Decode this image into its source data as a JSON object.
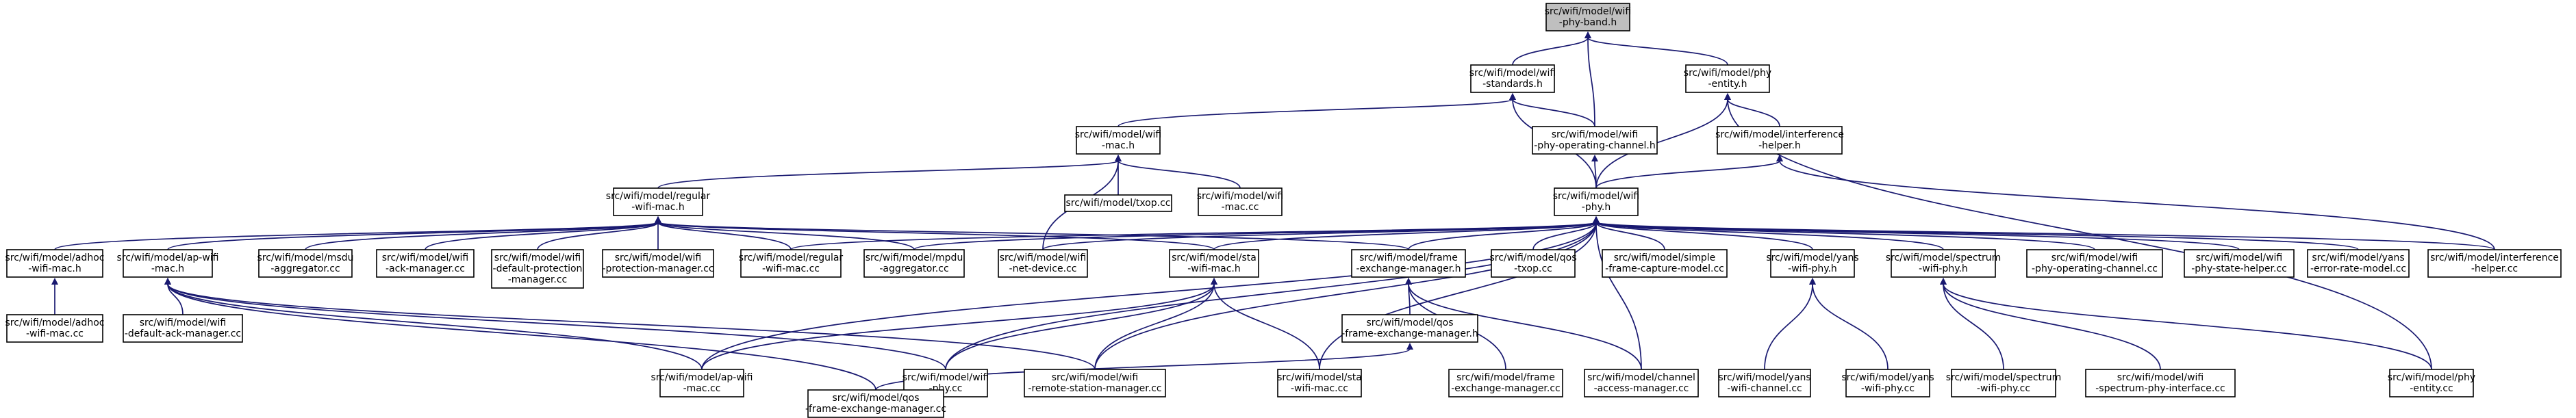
{
  "graph": {
    "nodes": [
      {
        "id": "band",
        "lines": [
          "src/wifi/model/wifi",
          "-phy-band.h"
        ],
        "root": true
      },
      {
        "id": "standards",
        "lines": [
          "src/wifi/model/wifi",
          "-standards.h"
        ]
      },
      {
        "id": "phyentity",
        "lines": [
          "src/wifi/model/phy",
          "-entity.h"
        ]
      },
      {
        "id": "mach",
        "lines": [
          "src/wifi/model/wifi",
          "-mac.h"
        ]
      },
      {
        "id": "opchanh",
        "lines": [
          "src/wifi/model/wifi",
          "-phy-operating-channel.h"
        ]
      },
      {
        "id": "interfh",
        "lines": [
          "src/wifi/model/interference",
          "-helper.h"
        ]
      },
      {
        "id": "regmach",
        "lines": [
          "src/wifi/model/regular",
          "-wifi-mac.h"
        ]
      },
      {
        "id": "txopcc",
        "lines": [
          "src/wifi/model/txop.cc"
        ]
      },
      {
        "id": "maccc",
        "lines": [
          "src/wifi/model/wifi",
          "-mac.cc"
        ]
      },
      {
        "id": "phyh",
        "lines": [
          "src/wifi/model/wifi",
          "-phy.h"
        ]
      },
      {
        "id": "adhoch",
        "lines": [
          "src/wifi/model/adhoc",
          "-wifi-mac.h"
        ]
      },
      {
        "id": "apmach",
        "lines": [
          "src/wifi/model/ap-wifi",
          "-mac.h"
        ]
      },
      {
        "id": "msdu",
        "lines": [
          "src/wifi/model/msdu",
          "-aggregator.cc"
        ]
      },
      {
        "id": "ackmgr",
        "lines": [
          "src/wifi/model/wifi",
          "-ack-manager.cc"
        ]
      },
      {
        "id": "defprot",
        "lines": [
          "src/wifi/model/wifi",
          "-default-protection",
          "-manager.cc"
        ]
      },
      {
        "id": "protmgr",
        "lines": [
          "src/wifi/model/wifi",
          "-protection-manager.cc"
        ]
      },
      {
        "id": "regmaccc",
        "lines": [
          "src/wifi/model/regular",
          "-wifi-mac.cc"
        ]
      },
      {
        "id": "mpdu",
        "lines": [
          "src/wifi/model/mpdu",
          "-aggregator.cc"
        ]
      },
      {
        "id": "netdev",
        "lines": [
          "src/wifi/model/wifi",
          "-net-device.cc"
        ]
      },
      {
        "id": "stamach",
        "lines": [
          "src/wifi/model/sta",
          "-wifi-mac.h"
        ]
      },
      {
        "id": "femh",
        "lines": [
          "src/wifi/model/frame",
          "-exchange-manager.h"
        ]
      },
      {
        "id": "qostxop",
        "lines": [
          "src/wifi/model/qos",
          "-txop.cc"
        ]
      },
      {
        "id": "capture",
        "lines": [
          "src/wifi/model/simple",
          "-frame-capture-model.cc"
        ]
      },
      {
        "id": "yansphyh",
        "lines": [
          "src/wifi/model/yans",
          "-wifi-phy.h"
        ]
      },
      {
        "id": "specphyh",
        "lines": [
          "src/wifi/model/spectrum",
          "-wifi-phy.h"
        ]
      },
      {
        "id": "opchancc",
        "lines": [
          "src/wifi/model/wifi",
          "-phy-operating-channel.cc"
        ]
      },
      {
        "id": "statehelp",
        "lines": [
          "src/wifi/model/wifi",
          "-phy-state-helper.cc"
        ]
      },
      {
        "id": "yanserr",
        "lines": [
          "src/wifi/model/yans",
          "-error-rate-model.cc"
        ]
      },
      {
        "id": "interfcc",
        "lines": [
          "src/wifi/model/interference",
          "-helper.cc"
        ]
      },
      {
        "id": "adhoccc",
        "lines": [
          "src/wifi/model/adhoc",
          "-wifi-mac.cc"
        ]
      },
      {
        "id": "defack",
        "lines": [
          "src/wifi/model/wifi",
          "-default-ack-manager.cc"
        ]
      },
      {
        "id": "apmaccc",
        "lines": [
          "src/wifi/model/ap-wifi",
          "-mac.cc"
        ]
      },
      {
        "id": "phycc",
        "lines": [
          "src/wifi/model/wifi",
          "-phy.cc"
        ]
      },
      {
        "id": "remsta",
        "lines": [
          "src/wifi/model/wifi",
          "-remote-station-manager.cc"
        ]
      },
      {
        "id": "stamaccc",
        "lines": [
          "src/wifi/model/sta",
          "-wifi-mac.cc"
        ]
      },
      {
        "id": "qosfemh",
        "lines": [
          "src/wifi/model/qos",
          "-frame-exchange-manager.h"
        ]
      },
      {
        "id": "femcc",
        "lines": [
          "src/wifi/model/frame",
          "-exchange-manager.cc"
        ]
      },
      {
        "id": "chanacc",
        "lines": [
          "src/wifi/model/channel",
          "-access-manager.cc"
        ]
      },
      {
        "id": "yanschan",
        "lines": [
          "src/wifi/model/yans",
          "-wifi-channel.cc"
        ]
      },
      {
        "id": "yansphycc",
        "lines": [
          "src/wifi/model/yans",
          "-wifi-phy.cc"
        ]
      },
      {
        "id": "specphycc",
        "lines": [
          "src/wifi/model/spectrum",
          "-wifi-phy.cc"
        ]
      },
      {
        "id": "specif",
        "lines": [
          "src/wifi/model/wifi",
          "-spectrum-phy-interface.cc"
        ]
      },
      {
        "id": "phyentcc",
        "lines": [
          "src/wifi/model/phy",
          "-entity.cc"
        ]
      },
      {
        "id": "qosfemcc",
        "lines": [
          "src/wifi/model/qos",
          "-frame-exchange-manager.cc"
        ]
      }
    ],
    "edges": [
      [
        "band",
        "standards"
      ],
      [
        "band",
        "phyentity"
      ],
      [
        "band",
        "opchanh"
      ],
      [
        "standards",
        "mach"
      ],
      [
        "standards",
        "opchanh"
      ],
      [
        "standards",
        "phyh"
      ],
      [
        "phyentity",
        "interfh"
      ],
      [
        "phyentity",
        "phyh"
      ],
      [
        "phyentity",
        "phyentcc"
      ],
      [
        "mach",
        "regmach"
      ],
      [
        "mach",
        "txopcc"
      ],
      [
        "mach",
        "maccc"
      ],
      [
        "mach",
        "netdev"
      ],
      [
        "opchanh",
        "phyh"
      ],
      [
        "interfh",
        "phyh"
      ],
      [
        "interfh",
        "interfcc"
      ],
      [
        "regmach",
        "adhoch"
      ],
      [
        "regmach",
        "apmach"
      ],
      [
        "regmach",
        "msdu"
      ],
      [
        "regmach",
        "ackmgr"
      ],
      [
        "regmach",
        "defprot"
      ],
      [
        "regmach",
        "protmgr"
      ],
      [
        "regmach",
        "regmaccc"
      ],
      [
        "regmach",
        "mpdu"
      ],
      [
        "regmach",
        "stamach"
      ],
      [
        "regmach",
        "femh"
      ],
      [
        "phyh",
        "regmaccc"
      ],
      [
        "phyh",
        "mpdu"
      ],
      [
        "phyh",
        "netdev"
      ],
      [
        "phyh",
        "stamach"
      ],
      [
        "phyh",
        "femh"
      ],
      [
        "phyh",
        "qostxop"
      ],
      [
        "phyh",
        "capture"
      ],
      [
        "phyh",
        "yansphyh"
      ],
      [
        "phyh",
        "specphyh"
      ],
      [
        "phyh",
        "opchancc"
      ],
      [
        "phyh",
        "statehelp"
      ],
      [
        "phyh",
        "yanserr"
      ],
      [
        "phyh",
        "interfcc"
      ],
      [
        "phyh",
        "apmaccc"
      ],
      [
        "phyh",
        "phycc"
      ],
      [
        "phyh",
        "remsta"
      ],
      [
        "phyh",
        "stamaccc"
      ],
      [
        "phyh",
        "chanacc"
      ],
      [
        "adhoch",
        "adhoccc"
      ],
      [
        "apmach",
        "defack"
      ],
      [
        "apmach",
        "apmaccc"
      ],
      [
        "apmach",
        "phycc"
      ],
      [
        "apmach",
        "remsta"
      ],
      [
        "apmach",
        "qosfemcc"
      ],
      [
        "stamach",
        "apmaccc"
      ],
      [
        "stamach",
        "phycc"
      ],
      [
        "stamach",
        "remsta"
      ],
      [
        "stamach",
        "stamaccc"
      ],
      [
        "femh",
        "qosfemh"
      ],
      [
        "femh",
        "femcc"
      ],
      [
        "femh",
        "chanacc"
      ],
      [
        "qosfemh",
        "qosfemcc"
      ],
      [
        "yansphyh",
        "yanschan"
      ],
      [
        "yansphyh",
        "yansphycc"
      ],
      [
        "specphyh",
        "specphycc"
      ],
      [
        "specphyh",
        "specif"
      ],
      [
        "specphyh",
        "phyentcc"
      ]
    ]
  }
}
